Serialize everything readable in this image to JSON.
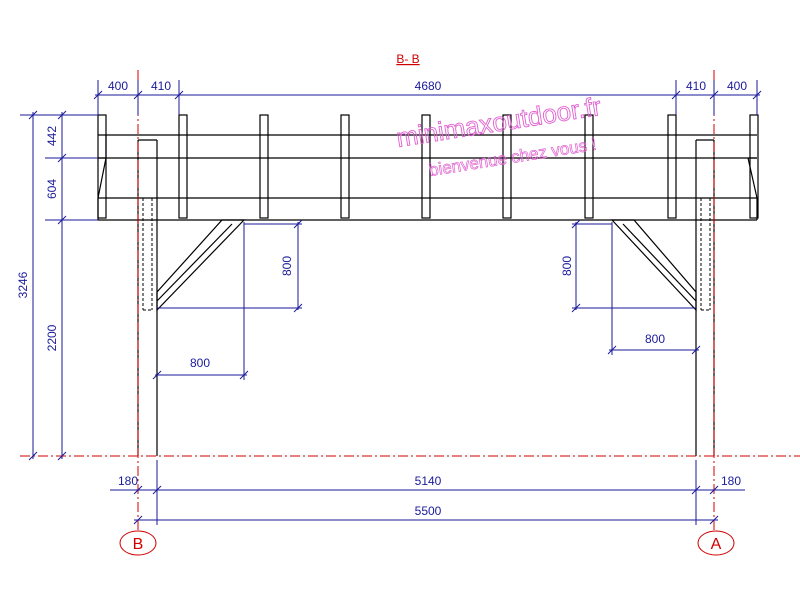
{
  "title": "B- B",
  "watermark": {
    "brand": "minimaxoutdoor.fr",
    "tagline": "bienvenue chez vous !"
  },
  "colors": {
    "structure": "#000000",
    "dimension": "#1a1a9a",
    "axis": "#d00000",
    "watermark": "#e060d0"
  },
  "dimensions": {
    "top_overhang_left": "400",
    "top_left_span": "410",
    "top_center_span": "4680",
    "top_right_span": "410",
    "top_overhang_right": "400",
    "left_height_top": "442",
    "left_height_beam": "604",
    "left_height_total": "3246",
    "left_height_post": "2200",
    "brace_left_vertical": "800",
    "brace_left_horizontal": "800",
    "brace_right_vertical": "800",
    "brace_right_horizontal": "800",
    "bottom_left_offset": "180",
    "bottom_inner_span": "5140",
    "bottom_right_offset": "180",
    "bottom_total_span": "5500"
  },
  "grid_axes": {
    "left": "B",
    "right": "A"
  }
}
